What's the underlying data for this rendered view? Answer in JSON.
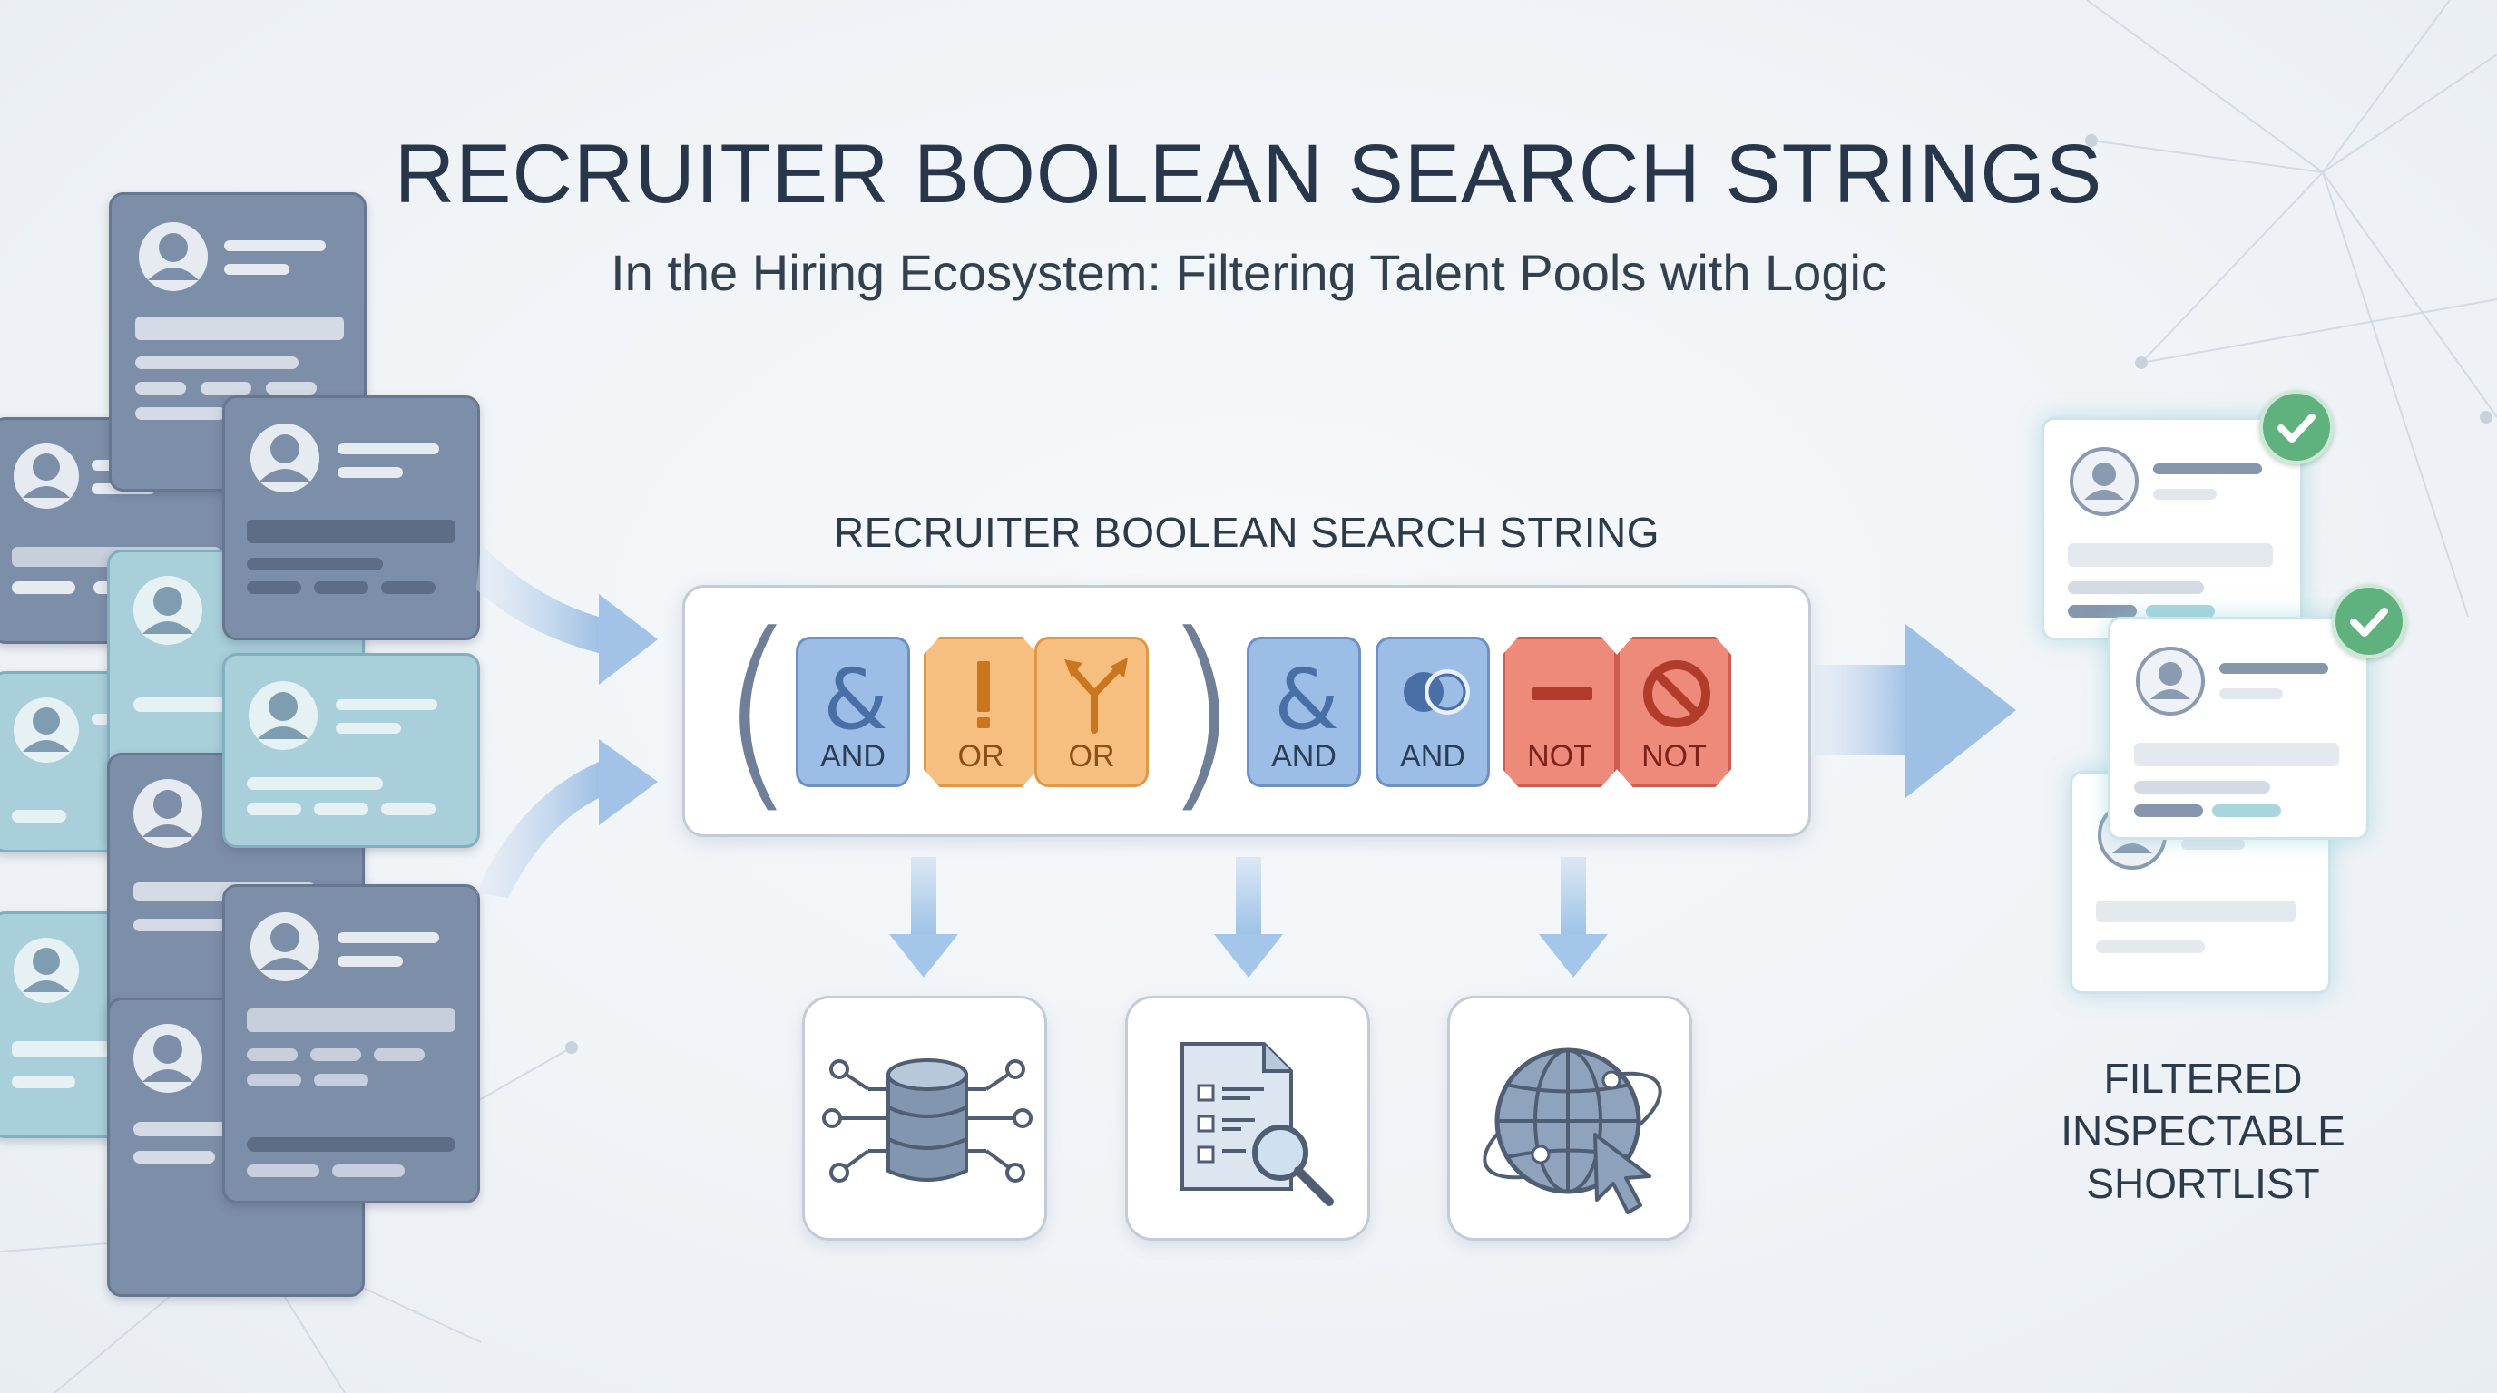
{
  "title": "RECRUITER BOOLEAN SEARCH STRINGS",
  "subtitle": "In the Hiring Ecosystem: Filtering Talent Pools with Logic",
  "search_string_label": "RECRUITER BOOLEAN SEARCH STRING",
  "open_paren": "(",
  "close_paren": ")",
  "operators": [
    {
      "label": "AND",
      "icon": "ampersand-icon",
      "kind": "and"
    },
    {
      "label": "OR",
      "icon": "exclamation-bar-icon",
      "kind": "or"
    },
    {
      "label": "OR",
      "icon": "fork-arrow-icon",
      "kind": "or"
    },
    {
      "label": "AND",
      "icon": "ampersand-icon",
      "kind": "and"
    },
    {
      "label": "AND",
      "icon": "overlap-circles-icon",
      "kind": "and"
    },
    {
      "label": "NOT",
      "icon": "minus-icon",
      "kind": "not"
    },
    {
      "label": "NOT",
      "icon": "prohibited-icon",
      "kind": "not"
    }
  ],
  "output_icons": [
    "database-network-icon",
    "document-search-icon",
    "globe-cursor-icon"
  ],
  "shortlist_label": [
    "FILTERED",
    "INSPECTABLE",
    "SHORTLIST"
  ],
  "colors": {
    "and": "#9cbde6",
    "or": "#f6bf80",
    "not": "#ed8a7a",
    "profile_card": "#7d8ea8",
    "profile_card_teal": "#a8cfda",
    "check": "#5fb27d",
    "arrow": "#a9c7e8"
  }
}
